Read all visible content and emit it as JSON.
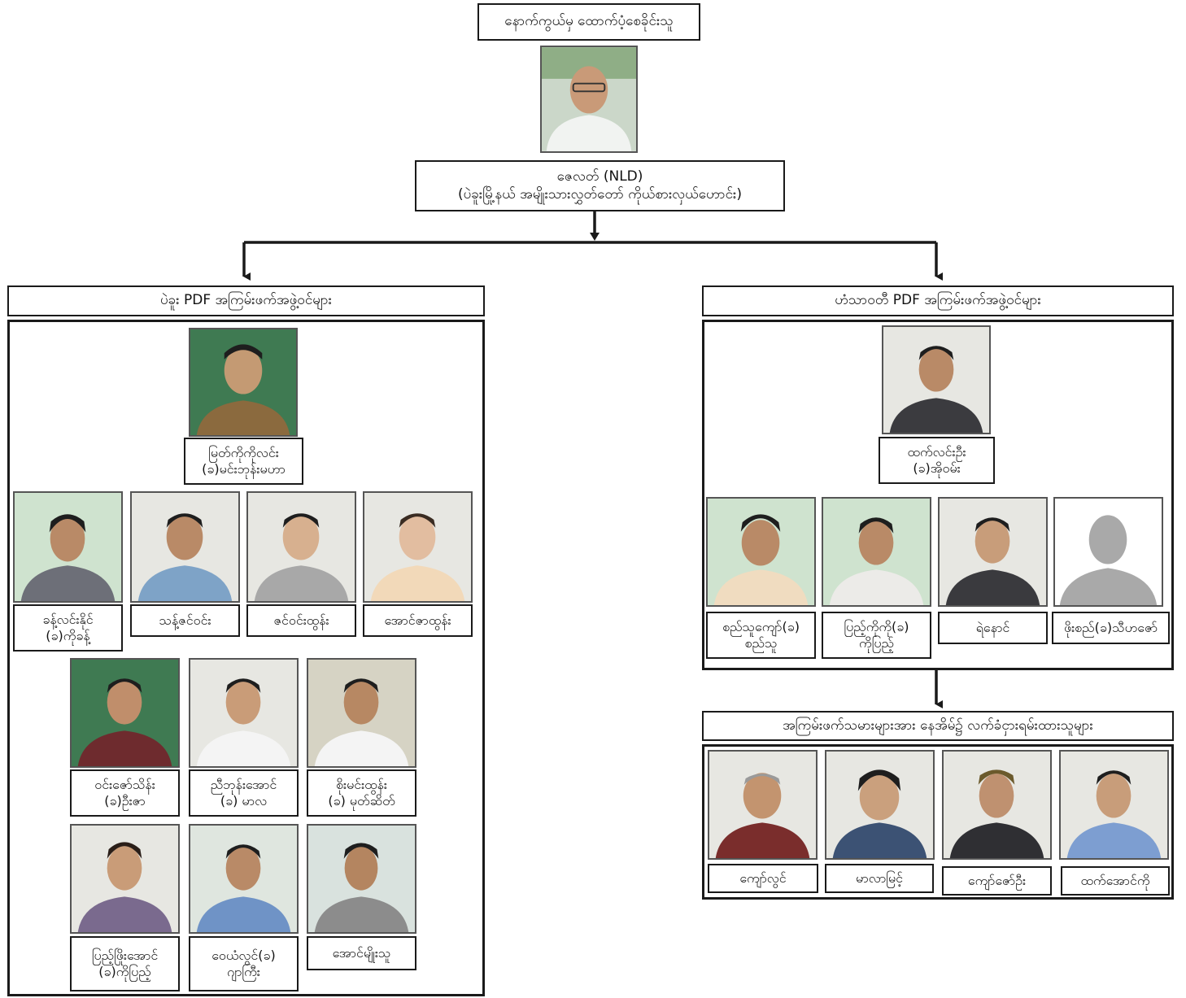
{
  "top": {
    "header": "နောက်ကွယ်မှ ထောက်ပံ့စေခိုင်းသူ",
    "name_line1": "ဇေလတ် (NLD)",
    "name_line2": "(ပဲခူးမြို့နယ် အမျိုးသားလွှတ်တော် ကိုယ်စားလှယ်ဟောင်း)"
  },
  "left_group": {
    "header": "ပဲခူး PDF အကြမ်းဖက်အဖွဲ့ဝင်များ",
    "leader": {
      "line1": "မြတ်ကိုကိုလင်း",
      "line2": "(ခ)မင်းဘုန်းမဟာ"
    },
    "row1": [
      {
        "line1": "ခန့်လင်းနိုင်",
        "line2": "(ခ)ကိုခန့်"
      },
      {
        "line1": "သန့်ဇင်ဝင်း",
        "line2": ""
      },
      {
        "line1": "ဇင်ဝင်းထွန်း",
        "line2": ""
      },
      {
        "line1": "အောင်ဇာထွန်း",
        "line2": ""
      }
    ],
    "row2": [
      {
        "line1": "ဝင်းဇော်သိန်း",
        "line2": "(ခ)ဦးဇာ"
      },
      {
        "line1": "ညီဘုန်းအောင်",
        "line2": "(ခ) မာလ"
      },
      {
        "line1": "စိုးမင်းထွန်း",
        "line2": "(ခ) မုတ်ဆိတ်"
      }
    ],
    "row3": [
      {
        "line1": "ပြည့်ဖြိုးအောင်",
        "line2": "(ခ)ကိုပြည့်"
      },
      {
        "line1": "ဝေယံလွင်(ခ)",
        "line2": "ဂျာကြီး"
      },
      {
        "line1": "အောင်မျိုးသူ",
        "line2": ""
      }
    ]
  },
  "right_group": {
    "header": "ဟံသာဝတီ PDF အကြမ်းဖက်အဖွဲ့ဝင်များ",
    "leader": {
      "line1": "ထက်လင်းဦး",
      "line2": "(ခ)အိုဝမ်း"
    },
    "row1": [
      {
        "line1": "စည်သူကျော်(ခ)",
        "line2": "စည်သူ"
      },
      {
        "line1": "ပြည့်ကိုကို(ခ)",
        "line2": "ကိုပြည့်"
      },
      {
        "line1": "ရဲနောင်",
        "line2": ""
      },
      {
        "line1": "ဖိုးစည်(ခ)သီဟဇော်",
        "line2": ""
      }
    ]
  },
  "sheltered_group": {
    "header": "အကြမ်းဖက်သမားများအား နေအိမ်၌ လက်ခံငှားရမ်းထားသူများ",
    "members": [
      {
        "line1": "ကျော်လွင်"
      },
      {
        "line1": "မာလာမြင့်"
      },
      {
        "line1": "ကျော်ဇော်ဦး"
      },
      {
        "line1": "ထက်အောင်ကို"
      }
    ]
  },
  "colors": {
    "line": "#1a1a1a",
    "photo_bg_light": "#e7e7e2",
    "photo_bg_green": "#3f7a52",
    "photo_bg_mint": "#cfe3cf",
    "placeholder_gray": "#a9a9a9"
  },
  "icons": {
    "photo": "portrait-photo-icon",
    "placeholder": "silhouette-placeholder-icon",
    "arrow": "arrow-down-icon"
  }
}
